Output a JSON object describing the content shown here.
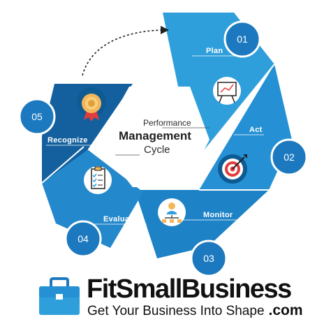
{
  "diagram": {
    "center": {
      "line1": "Performance",
      "line2": "Management",
      "line3": "Cycle"
    },
    "stages": [
      {
        "number": "01",
        "label": "Plan",
        "icon": "presentation-board-icon"
      },
      {
        "number": "02",
        "label": "Act",
        "icon": "target-icon"
      },
      {
        "number": "03",
        "label": "Monitor",
        "icon": "org-chart-icon"
      },
      {
        "number": "04",
        "label": "Evaluate",
        "icon": "checklist-icon"
      },
      {
        "number": "05",
        "label": "Recognize",
        "icon": "award-medal-icon"
      }
    ],
    "colors": {
      "light_blue": "#2f9fdc",
      "dark_blue": "#14609e",
      "mid_blue": "#1a7dc0",
      "node_blue": "#1d79bf"
    }
  },
  "brand": {
    "name": "FitSmallBusiness",
    "tagline": "Get Your Business Into Shape",
    "suffix": ".com",
    "logo_icon": "briefcase-icon"
  }
}
